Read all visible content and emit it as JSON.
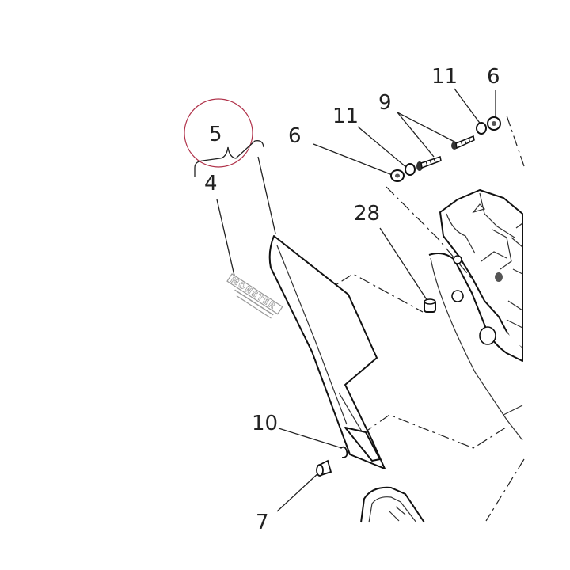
{
  "callouts": {
    "c5": "5",
    "c4": "4",
    "c6a": "6",
    "c11a": "11",
    "c9": "9",
    "c11b": "11",
    "c6b": "6",
    "c28": "28",
    "c10": "10",
    "c7": "7"
  },
  "decal_text": "MONSTER",
  "colors": {
    "line": "#222222",
    "highlight_circle": "#b0324a",
    "decal": "#9a9a9a"
  }
}
